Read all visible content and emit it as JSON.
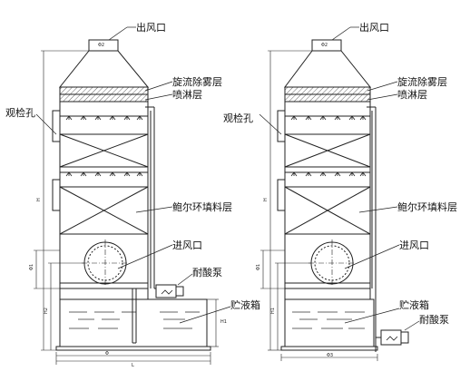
{
  "colors": {
    "line": "#222222",
    "hatch": "#666666",
    "water": "#333333",
    "background": "#ffffff"
  },
  "left_tower": {
    "labels": {
      "outlet": "出风口",
      "demister": "旋流除雾层",
      "spray": "喷淋层",
      "inspection": "观检孔",
      "packing": "鲍尔环填料层",
      "inlet": "进风口",
      "pump": "耐酸泵",
      "tank": "贮液箱"
    },
    "dims": {
      "outlet_diameter": "Φ2",
      "height": "H",
      "inlet_diameter": "Φ1",
      "tank_height": "H2",
      "pump_height": "H1",
      "base_diameter": "Φ",
      "base_length": "L"
    }
  },
  "right_tower": {
    "labels": {
      "outlet": "出风口",
      "demister": "旋流除雾层",
      "spray": "喷淋层",
      "inspection": "观检孔",
      "packing": "鲍尔环填料层",
      "inlet": "进风口",
      "tank": "贮液箱",
      "pump": "耐酸泵"
    },
    "dims": {
      "outlet_diameter": "Φ2",
      "height": "H",
      "inlet_diameter": "Φ1",
      "tank_height": "H1",
      "base_diameter": "Φ3"
    }
  }
}
